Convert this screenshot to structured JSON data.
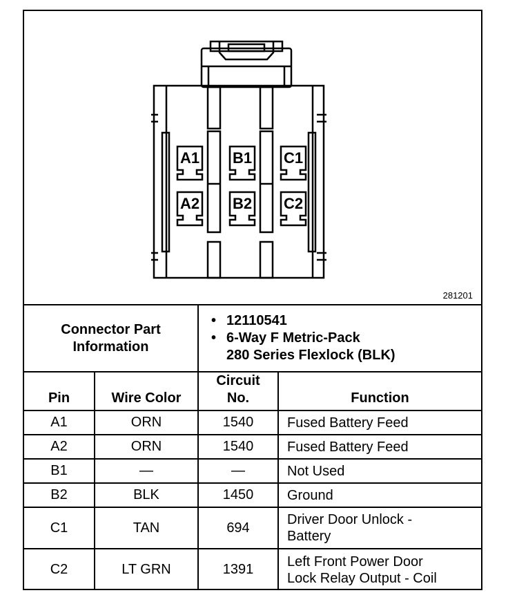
{
  "figure_number": "281201",
  "connector": {
    "cavities": [
      {
        "id": "A1",
        "label": "A1"
      },
      {
        "id": "A2",
        "label": "A2"
      },
      {
        "id": "B1",
        "label": "B1"
      },
      {
        "id": "B2",
        "label": "B2"
      },
      {
        "id": "C1",
        "label": "C1"
      },
      {
        "id": "C2",
        "label": "C2"
      }
    ]
  },
  "part_info": {
    "label_line1": "Connector Part",
    "label_line2": "Information",
    "bullet": "•",
    "part_number": "12110541",
    "desc_line1": "6-Way F Metric-Pack",
    "desc_line2": "280 Series Flexlock (BLK)"
  },
  "headers": {
    "pin": "Pin",
    "wire_color": "Wire Color",
    "circuit_line1": "Circuit",
    "circuit_line2": "No.",
    "function": "Function"
  },
  "rows": [
    {
      "pin": "A1",
      "wire": "ORN",
      "circuit": "1540",
      "function": [
        "Fused Battery Feed"
      ]
    },
    {
      "pin": "A2",
      "wire": "ORN",
      "circuit": "1540",
      "function": [
        "Fused Battery Feed"
      ]
    },
    {
      "pin": "B1",
      "wire": "—",
      "circuit": "—",
      "function": [
        "Not Used"
      ]
    },
    {
      "pin": "B2",
      "wire": "BLK",
      "circuit": "1450",
      "function": [
        "Ground"
      ]
    },
    {
      "pin": "C1",
      "wire": "TAN",
      "circuit": "694",
      "function": [
        "Driver Door Unlock -",
        "Battery"
      ]
    },
    {
      "pin": "C2",
      "wire": "LT GRN",
      "circuit": "1391",
      "function": [
        "Left Front Power Door",
        "Lock Relay Output - Coil"
      ]
    }
  ]
}
